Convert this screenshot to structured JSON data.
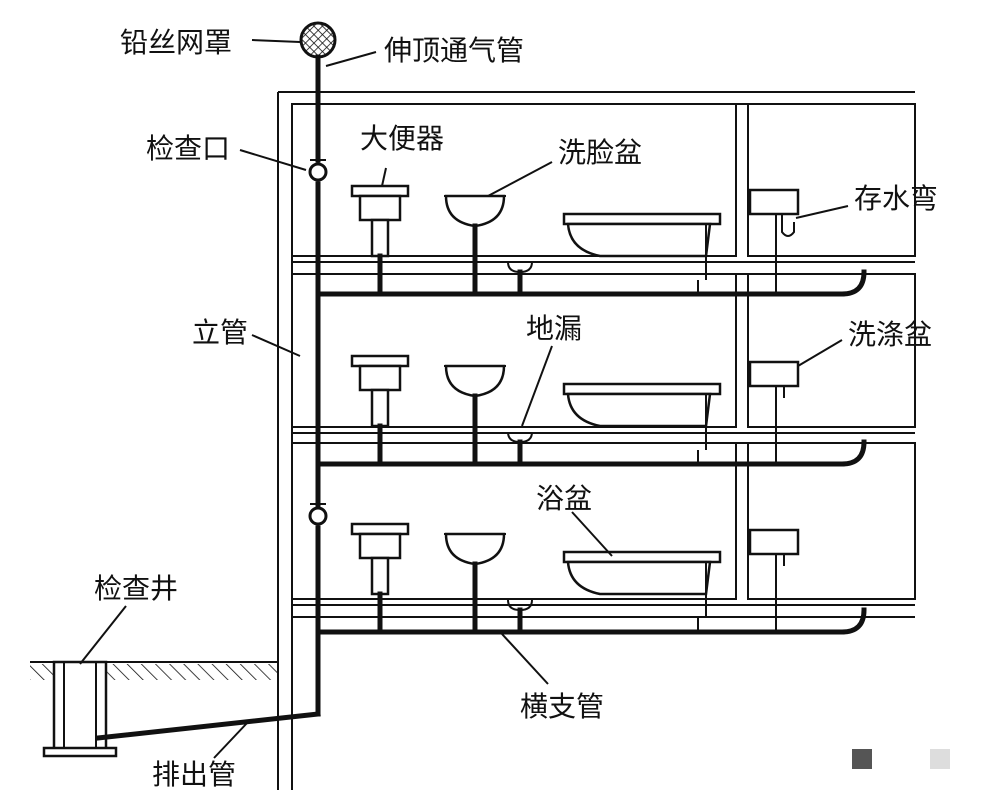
{
  "diagram": {
    "labels": {
      "wire_mesh_cap": "铅丝网罩",
      "vent_stack": "伸顶通气管",
      "cleanout": "检查口",
      "toilet": "大便器",
      "washbasin": "洗脸盆",
      "trap": "存水弯",
      "riser": "立管",
      "floor_drain": "地漏",
      "sink": "洗涤盆",
      "bathtub": "浴盆",
      "inspection_well": "检查井",
      "branch_pipe": "横支管",
      "outlet_pipe": "排出管"
    },
    "colors": {
      "line": "#111111",
      "background": "#ffffff",
      "marker_dark": "#555555",
      "marker_light": "#dddddd"
    }
  }
}
